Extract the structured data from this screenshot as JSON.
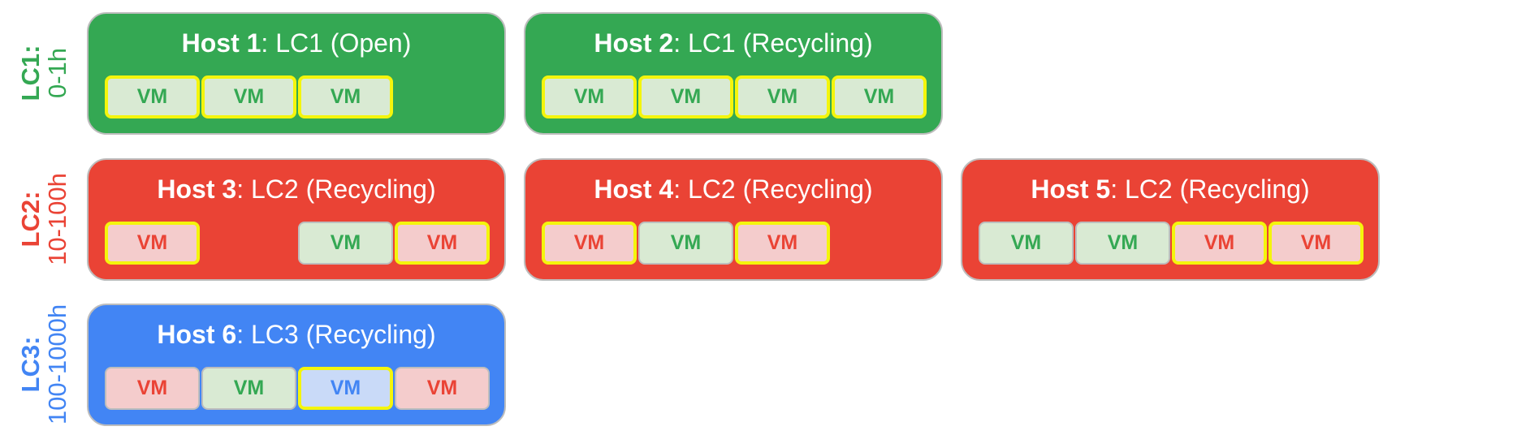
{
  "colors": {
    "lc1": "#34a853",
    "lc2": "#ea4335",
    "lc3": "#4285f4",
    "vm_green_fill": "#d9ead3",
    "vm_red_fill": "#f4cccc",
    "vm_blue_fill": "#c9daf8",
    "highlight_border": "#f4f50c",
    "plain_border": "#bdbdbd"
  },
  "rows": [
    {
      "name": "LC1:",
      "range": "0-1h",
      "color": "lc1"
    },
    {
      "name": "LC2:",
      "range": "10-100h",
      "color": "lc2"
    },
    {
      "name": "LC3:",
      "range": "100-1000h",
      "color": "lc3"
    }
  ],
  "hosts": [
    {
      "name": "Host 1",
      "lc": "LC1",
      "status": "Open",
      "row": 0,
      "col": 0,
      "color": "lc1",
      "vms": [
        {
          "label": "VM",
          "slot": 0,
          "type": "green",
          "highlighted": true
        },
        {
          "label": "VM",
          "slot": 1,
          "type": "green",
          "highlighted": true
        },
        {
          "label": "VM",
          "slot": 2,
          "type": "green",
          "highlighted": true
        }
      ]
    },
    {
      "name": "Host 2",
      "lc": "LC1",
      "status": "Recycling",
      "row": 0,
      "col": 1,
      "color": "lc1",
      "vms": [
        {
          "label": "VM",
          "slot": 0,
          "type": "green",
          "highlighted": true
        },
        {
          "label": "VM",
          "slot": 1,
          "type": "green",
          "highlighted": true
        },
        {
          "label": "VM",
          "slot": 2,
          "type": "green",
          "highlighted": true
        },
        {
          "label": "VM",
          "slot": 3,
          "type": "green",
          "highlighted": true
        }
      ]
    },
    {
      "name": "Host 3",
      "lc": "LC2",
      "status": "Recycling",
      "row": 1,
      "col": 0,
      "color": "lc2",
      "vms": [
        {
          "label": "VM",
          "slot": 0,
          "type": "red",
          "highlighted": true
        },
        {
          "label": "VM",
          "slot": 2,
          "type": "green",
          "highlighted": false
        },
        {
          "label": "VM",
          "slot": 3,
          "type": "red",
          "highlighted": true
        }
      ]
    },
    {
      "name": "Host 4",
      "lc": "LC2",
      "status": "Recycling",
      "row": 1,
      "col": 1,
      "color": "lc2",
      "vms": [
        {
          "label": "VM",
          "slot": 0,
          "type": "red",
          "highlighted": true
        },
        {
          "label": "VM",
          "slot": 1,
          "type": "green",
          "highlighted": false
        },
        {
          "label": "VM",
          "slot": 2,
          "type": "red",
          "highlighted": true
        }
      ]
    },
    {
      "name": "Host 5",
      "lc": "LC2",
      "status": "Recycling",
      "row": 1,
      "col": 2,
      "color": "lc2",
      "vms": [
        {
          "label": "VM",
          "slot": 0,
          "type": "green",
          "highlighted": false
        },
        {
          "label": "VM",
          "slot": 1,
          "type": "green",
          "highlighted": false
        },
        {
          "label": "VM",
          "slot": 2,
          "type": "red",
          "highlighted": true
        },
        {
          "label": "VM",
          "slot": 3,
          "type": "red",
          "highlighted": true
        }
      ]
    },
    {
      "name": "Host 6",
      "lc": "LC3",
      "status": "Recycling",
      "row": 2,
      "col": 0,
      "color": "lc3",
      "vms": [
        {
          "label": "VM",
          "slot": 0,
          "type": "red",
          "highlighted": false
        },
        {
          "label": "VM",
          "slot": 1,
          "type": "green",
          "highlighted": false
        },
        {
          "label": "VM",
          "slot": 2,
          "type": "blue",
          "highlighted": true
        },
        {
          "label": "VM",
          "slot": 3,
          "type": "red",
          "highlighted": false
        }
      ]
    }
  ]
}
